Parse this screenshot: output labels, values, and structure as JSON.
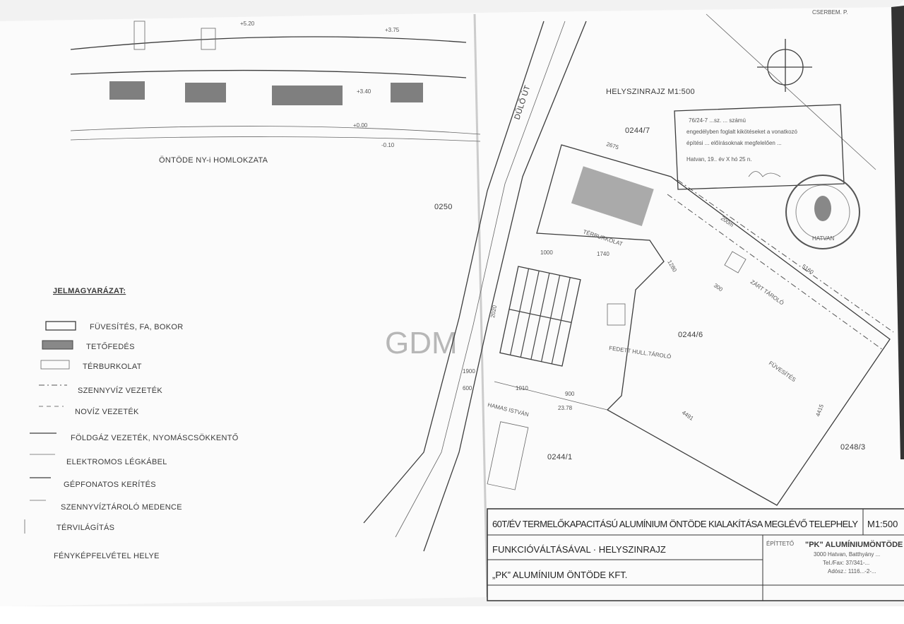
{
  "elevation": {
    "title": "ÖNTÖDE NY-i HOMLOKZATA",
    "levels": [
      "+5.20",
      "+3.75",
      "+0.00",
      "-0.10",
      "+3.40"
    ]
  },
  "site_plan": {
    "title": "HELYSZINRAJZ M1:500",
    "road": "DŰLŐ ÚT",
    "parcels": [
      "0244/7",
      "0250",
      "0244/6",
      "0244/1",
      "0248/3"
    ],
    "labels": {
      "grass": "FÜVESÍTÉS",
      "covered_storage": "FEDETT HULL.TÁROLÓ",
      "closed_storage": "ZÁRT TÁROLÓ",
      "neighbor": "HAMAS ISTVÁN",
      "paving": "TÉRBURKOLAT"
    },
    "dimensions": [
      "2675",
      "200m",
      "1740",
      "1280",
      "300",
      "5160",
      "4491",
      "4415",
      "1010",
      "23.78",
      "1900",
      "600",
      "1000",
      "2020",
      "900"
    ]
  },
  "legend": {
    "title": "JELMAGYARÁZAT:",
    "items": [
      "FÜVESÍTÉS, FA, BOKOR",
      "TETŐFEDÉS",
      "TÉRBURKOLAT",
      "SZENNYVÍZ VEZETÉK",
      "NOVÍZ VEZETÉK",
      "FÖLDGÁZ VEZETÉK, NYOMÁSCSÖKKENTŐ",
      "ELEKTROMOS LÉGKÁBEL",
      "GÉPFONATOS KERÍTÉS",
      "SZENNYVÍZTÁROLÓ MEDENCE",
      "TÉRVILÁGÍTÁS",
      "FÉNYKÉPFELVÉTEL HELYE"
    ]
  },
  "stamp": {
    "lines": [
      "76/24-7 ...sz. ... számú",
      "engedélyben foglalt kikötéseket a vonatkozó",
      "építési ... előírásoknak megfelelően ...",
      "Hatvan, 19.. év X hó 25 n."
    ],
    "seal_text": "HATVAN"
  },
  "title_block": {
    "row1": "60T/ÉV TERMELŐKAPACITÁSÚ ALUMÍNIUM ÖNTÖDE KIALAKÍTÁSA MEGLÉVŐ TELEPHELY",
    "scale": "M1:500",
    "row2": "FUNKCIÓVÁLTÁSÁVAL · HELYSZINRAJZ",
    "row3": "„PK” ALUMÍNIUM ÖNTÖDE KFT.",
    "designer_label": "ÉPÍTTETŐ",
    "company": "\"PK\" ALUMÍNIUMÖNTÖDE",
    "address": "3000 Hatvan, Batthyány ...",
    "phone": "Tel./Fax: 37/341-...",
    "tax": "Adósz.: 1116...-2-..."
  },
  "corner_label": "CSERBEM. P.",
  "watermark": "GDM"
}
